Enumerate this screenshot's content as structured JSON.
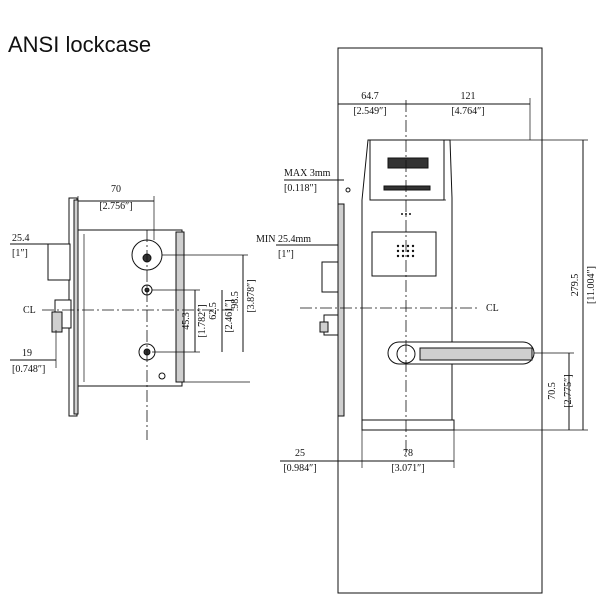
{
  "title": "ANSI lockcase",
  "side_view": {
    "width_mm": "70",
    "width_in": "[2.756″]",
    "left_offset_mm": "25.4",
    "left_offset_in": "[1″]",
    "bottom_offset_mm": "19",
    "bottom_offset_in": "[0.748″]",
    "centerline_label": "CL",
    "spacing1_mm": "45.3",
    "spacing1_in": "[1.782″]",
    "spacing2_mm": "62.5",
    "spacing2_in": "[2.461″]",
    "spacing3_mm": "98.5",
    "spacing3_in": "[3.878″]"
  },
  "front_view": {
    "top_left_mm": "64.7",
    "top_left_in": "[2.549″]",
    "top_right_mm": "121",
    "top_right_in": "[4.764″]",
    "max_label": "MAX 3mm",
    "max_in": "[0.118″]",
    "min_label": "MIN 25.4mm",
    "min_in": "[1″]",
    "centerline_label": "CL",
    "height_mm": "279.5",
    "height_in": "[11.004″]",
    "handle_mm": "70.5",
    "handle_in": "[2.775″]",
    "bottom_left_mm": "25",
    "bottom_left_in": "[0.984″]",
    "bottom_right_mm": "78",
    "bottom_right_in": "[3.071″]"
  }
}
